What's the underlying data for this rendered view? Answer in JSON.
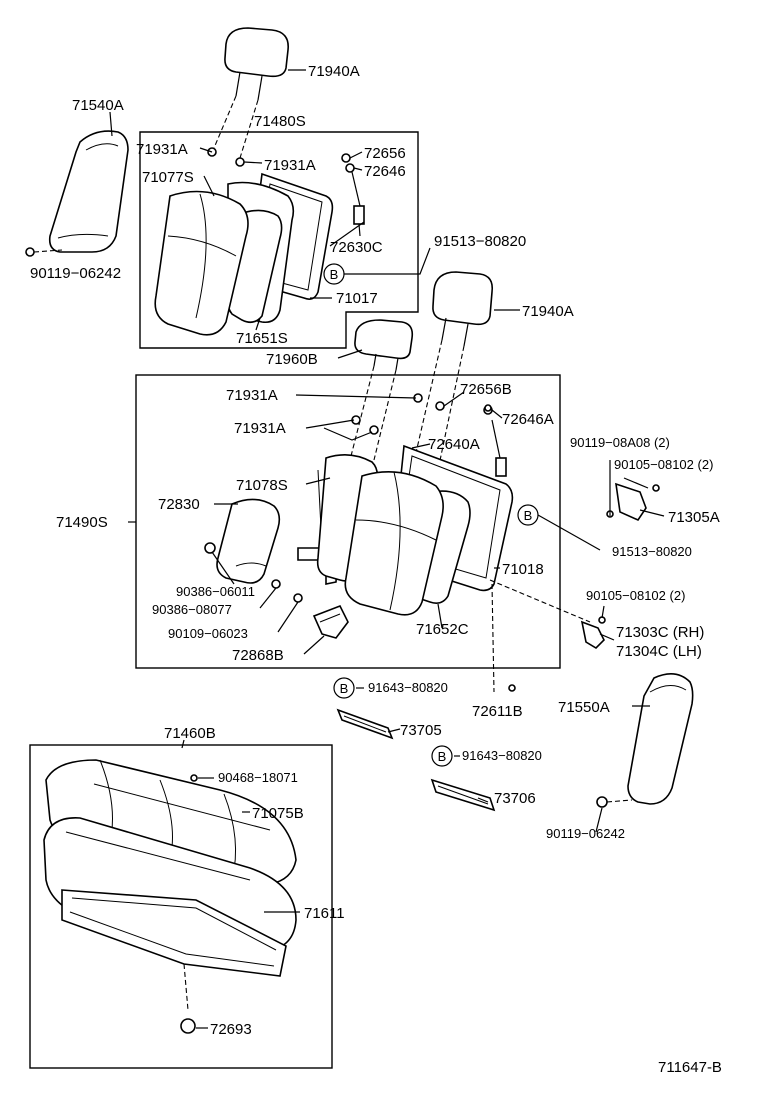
{
  "diagram_code": "711647-B",
  "callout_B": "B",
  "labels": {
    "l71940A_top": "71940A",
    "l71540A": "71540A",
    "l71480S": "71480S",
    "l71931A_1": "71931A",
    "l71931A_2": "71931A",
    "l72656": "72656",
    "l72646": "72646",
    "l71077S": "71077S",
    "l72630C": "72630C",
    "l91513_80820_top": "91513−80820",
    "l71017": "71017",
    "l90119_06242_left": "90119−06242",
    "l71651S": "71651S",
    "l71940A_mid": "71940A",
    "l71960B": "71960B",
    "l71931A_3": "71931A",
    "l72656B": "72656B",
    "l72646A": "72646A",
    "l71931A_4": "71931A",
    "l72640A": "72640A",
    "l90119_08A08": "90119−08A08 (2)",
    "l90105_08102_a": "90105−08102 (2)",
    "l71078S": "71078S",
    "l72830": "72830",
    "l71305A": "71305A",
    "l71490S": "71490S",
    "l91513_80820_mid": "91513−80820",
    "l71018": "71018",
    "l90386_06011": "90386−06011",
    "l90105_08102_b": "90105−08102 (2)",
    "l90386_08077": "90386−08077",
    "l90109_06023": "90109−06023",
    "l71652C": "71652C",
    "l71303C": "71303C (RH)",
    "l71304C": "71304C (LH)",
    "l72868B": "72868B",
    "l91643_80820_a": "91643−80820",
    "l72611B": "72611B",
    "l71550A": "71550A",
    "l73705": "73705",
    "l71460B": "71460B",
    "l91643_80820_b": "91643−80820",
    "l90468_18071": "90468−18071",
    "l73706": "73706",
    "l71075B": "71075B",
    "l90119_06242_right": "90119−06242",
    "l71611": "71611",
    "l72693": "72693"
  }
}
